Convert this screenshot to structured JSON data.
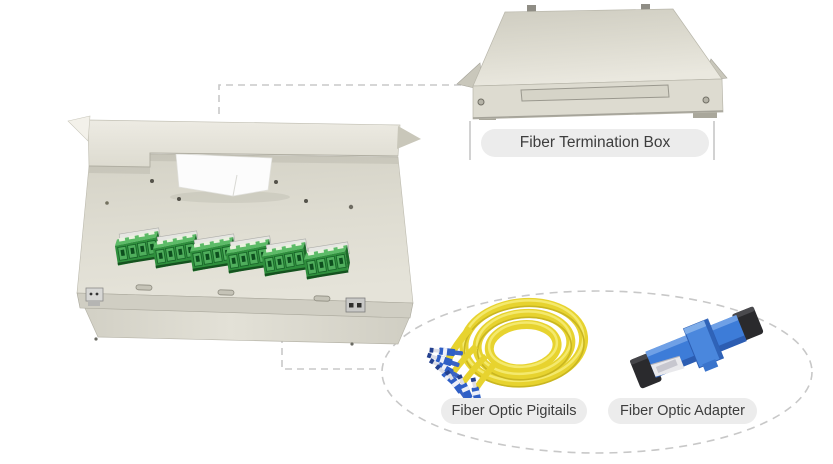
{
  "page": {
    "background": "#ffffff"
  },
  "labels": {
    "termination_box": "Fiber Termination Box",
    "pigtails": "Fiber Optic Pigitails",
    "adapter": "Fiber Optic Adapter"
  },
  "label_pill": {
    "background": "#ececec",
    "text_color": "#3d3d3d"
  },
  "connectors": {
    "dash_color": "#c8c8c8"
  },
  "colors": {
    "box_beige": "#dfddd2",
    "box_beige_light": "#eceae2",
    "box_beige_dark": "#c6c4b8",
    "tray_fill": "#dcdacf",
    "adapter_green": "#2f8f3d",
    "adapter_green_light": "#5cbb67",
    "pigtail_yellow": "#e7d32f",
    "connector_blue": "#2f5fc6",
    "adapter_blue": "#3d7cd8",
    "cap_black": "#2a2a2d",
    "paper_white": "#fcfcfc"
  }
}
